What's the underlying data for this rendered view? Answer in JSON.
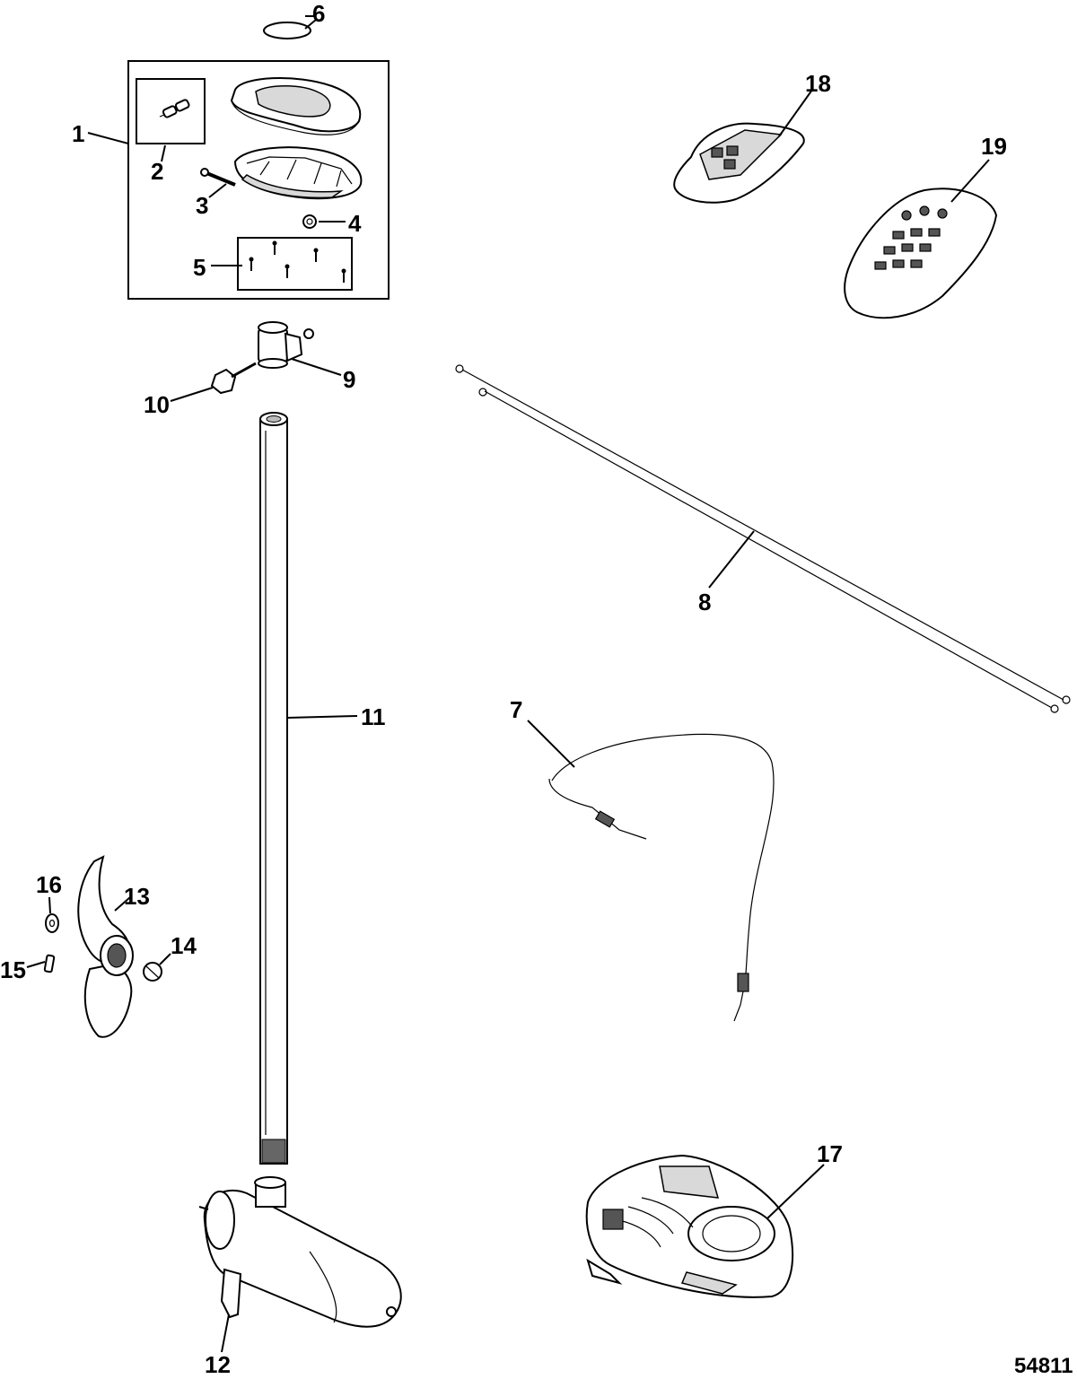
{
  "figure_id": "54811",
  "callouts": [
    {
      "id": "c1",
      "label": "1"
    },
    {
      "id": "c2",
      "label": "2"
    },
    {
      "id": "c3",
      "label": "3"
    },
    {
      "id": "c4",
      "label": "4"
    },
    {
      "id": "c5",
      "label": "5"
    },
    {
      "id": "c6",
      "label": "6"
    },
    {
      "id": "c7",
      "label": "7"
    },
    {
      "id": "c8",
      "label": "8"
    },
    {
      "id": "c9",
      "label": "9"
    },
    {
      "id": "c10",
      "label": "10"
    },
    {
      "id": "c11",
      "label": "11"
    },
    {
      "id": "c12",
      "label": "12"
    },
    {
      "id": "c13",
      "label": "13"
    },
    {
      "id": "c14",
      "label": "14"
    },
    {
      "id": "c15",
      "label": "15"
    },
    {
      "id": "c16",
      "label": "16"
    },
    {
      "id": "c17",
      "label": "17"
    },
    {
      "id": "c18",
      "label": "18"
    },
    {
      "id": "c19",
      "label": "19"
    }
  ]
}
